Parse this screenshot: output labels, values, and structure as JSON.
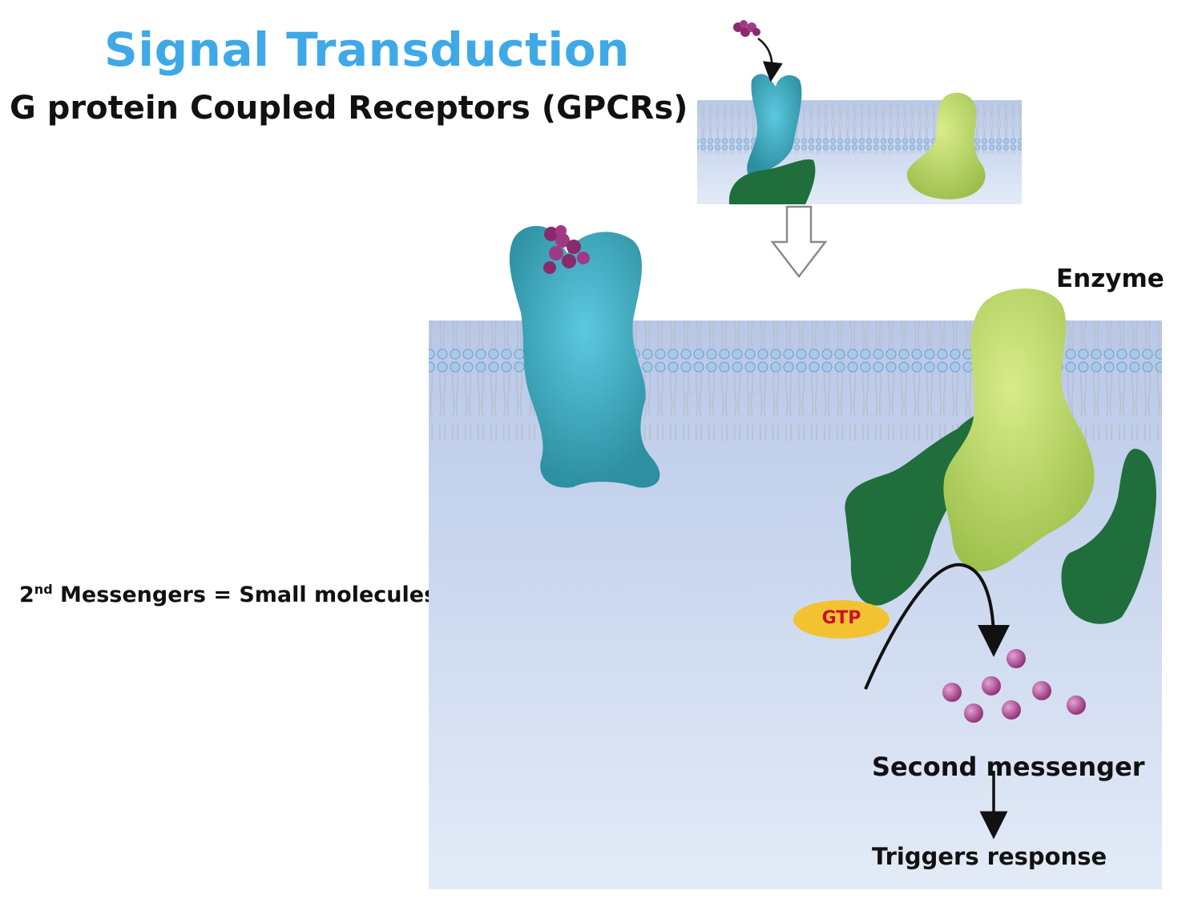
{
  "title": "Signal Transduction",
  "subtitle": "G protein Coupled Receptors (GPCRs)",
  "messengers": {
    "prefix": "2",
    "sup": "nd",
    "rest": " Messengers = Small molecules"
  },
  "labels": {
    "enzyme": "Enzyme",
    "gtp": "GTP",
    "second_messenger": "Second messenger",
    "triggers": "Triggers response"
  },
  "colors": {
    "title": "#3fa9e8",
    "receptor": "#3aa6b8",
    "g_protein": "#1f6e3c",
    "enzyme": "#b5d36a",
    "ligand": "#8a2a6e",
    "second_messenger": "#b0408f",
    "gtp": "#f2c230",
    "cytoplasm": "#c9d6ee"
  }
}
